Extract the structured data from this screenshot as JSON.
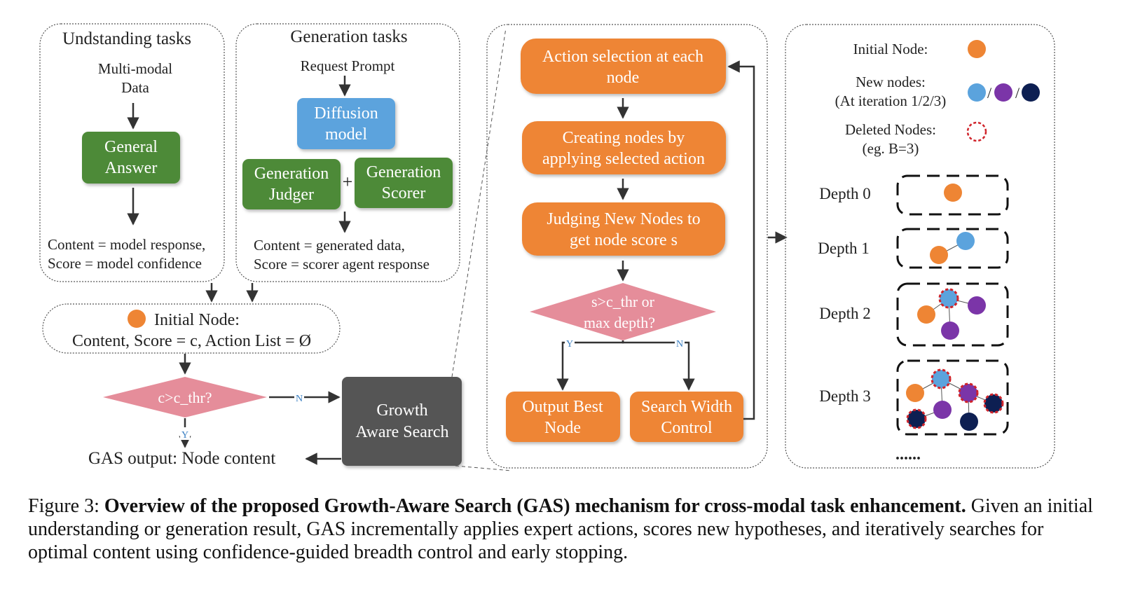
{
  "understanding": {
    "title": "Undstanding tasks",
    "input_line1": "Multi-modal",
    "input_line2": "Data",
    "answer_line1": "General",
    "answer_line2": "Answer",
    "content_line1": "Content =  model response,",
    "content_line2": "Score = model confidence"
  },
  "generation": {
    "title": "Generation tasks",
    "input": "Request Prompt",
    "diffusion_line1": "Diffusion",
    "diffusion_line2": "model",
    "judger_line1": "Generation",
    "judger_line2": "Judger",
    "plus": "+",
    "scorer_line1": "Generation",
    "scorer_line2": "Scorer",
    "content_line1": "Content =  generated data,",
    "content_line2": "Score = scorer agent response"
  },
  "initial_node": {
    "line1": "Initial Node:",
    "line2": "Content, Score = c, Action List = Ø"
  },
  "decision": {
    "label": "c>c_thr?",
    "no": "N",
    "yes": "Y"
  },
  "gas_box": {
    "line1": "Growth",
    "line2": "Aware Search"
  },
  "gas_output": "GAS output: Node content",
  "search_loop": {
    "step1_line1": "Action selection at each",
    "step1_line2": "node",
    "step2_line1": "Creating nodes by",
    "step2_line2": "applying selected action",
    "step3_line1": "Judging New Nodes to",
    "step3_line2": "get node score s",
    "check_line1": "s>c_thr or",
    "check_line2": "max depth?",
    "yes": "Y",
    "no": "N",
    "out_line1": "Output Best",
    "out_line2": "Node",
    "width_line1": "Search Width",
    "width_line2": "Control"
  },
  "legend": {
    "initial": "Initial Node:",
    "new_line1": "New nodes:",
    "new_line2": "(At iteration 1/2/3)",
    "sep": "/",
    "deleted_line1": "Deleted Nodes:",
    "deleted_line2": "(eg. B=3)",
    "depths": [
      "Depth 0",
      "Depth 1",
      "Depth 2",
      "Depth 3"
    ],
    "ellipsis": "......"
  },
  "colors": {
    "orange": "#ee8534",
    "green": "#4e8a37",
    "blue": "#5ba3dd",
    "purple": "#7b35a8",
    "navy": "#0d1f52",
    "pink": "#e58d9a",
    "gray_box": "#555555",
    "deleted_ring": "#d0232a"
  },
  "caption": {
    "prefix": "Figure 3: ",
    "bold": "Overview of the proposed Growth-Aware Search (GAS) mechanism for cross-modal task enhancement.",
    "rest": " Given an initial understanding or generation result, GAS incrementally applies expert actions, scores new hypotheses, and iteratively searches for optimal content using confidence-guided breadth control and early stopping."
  }
}
